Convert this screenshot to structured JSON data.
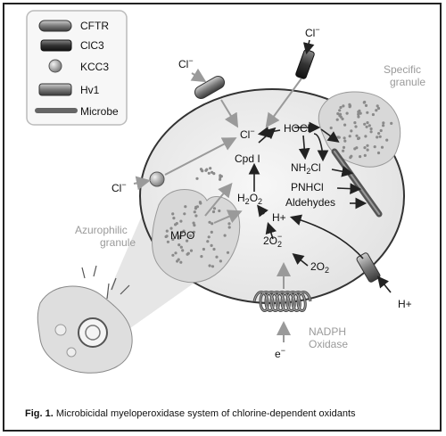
{
  "legend": {
    "cftr": "CFTR",
    "clc3": "ClC3",
    "kcc3": "KCC3",
    "hv1": "Hv1",
    "microbe": "Microbe"
  },
  "labels": {
    "cl_top": "Cl",
    "cl_ion_sup": "−",
    "cl_left_top": "Cl",
    "cl_left": "Cl",
    "cl_center": "Cl",
    "hocl": "HOCl",
    "cpd1": "Cpd I",
    "h2o2_h": "H",
    "h2o2_sub1": "2",
    "h2o2_o": "O",
    "h2o2_sub2": "2",
    "nh2cl_a": "NH",
    "nh2cl_sub": "2",
    "nh2cl_b": "Cl",
    "pnhcl": "PNHCl",
    "aldehydes": "Aldehydes",
    "hplus_inner": "H+",
    "o2rad": "2O",
    "o2rad_sub": "2",
    "o2rad_sup": "−",
    "o2_left": "2O",
    "o2_sub": "2",
    "mpo": "MPO",
    "hplus_outer": "H+",
    "eminus": "e",
    "eminus_sup": "−",
    "specific_granule_1": "Specific",
    "specific_granule_2": "granule",
    "azurophilic_granule_1": "Azurophilic",
    "azurophilic_granule_2": "granule",
    "nadph_1": "NADPH",
    "nadph_2": "Oxidase"
  },
  "caption": {
    "fig": "Fig. 1.",
    "text": " Microbicidal myeloperoxidase system of chlorine-dependent oxidants"
  },
  "colors": {
    "cell_fill": "#ececec",
    "granule_fill": "#d8d8d8",
    "arrow_dark": "#222222",
    "arrow_grey": "#9a9a9a",
    "dots": "#8a8a8a"
  }
}
